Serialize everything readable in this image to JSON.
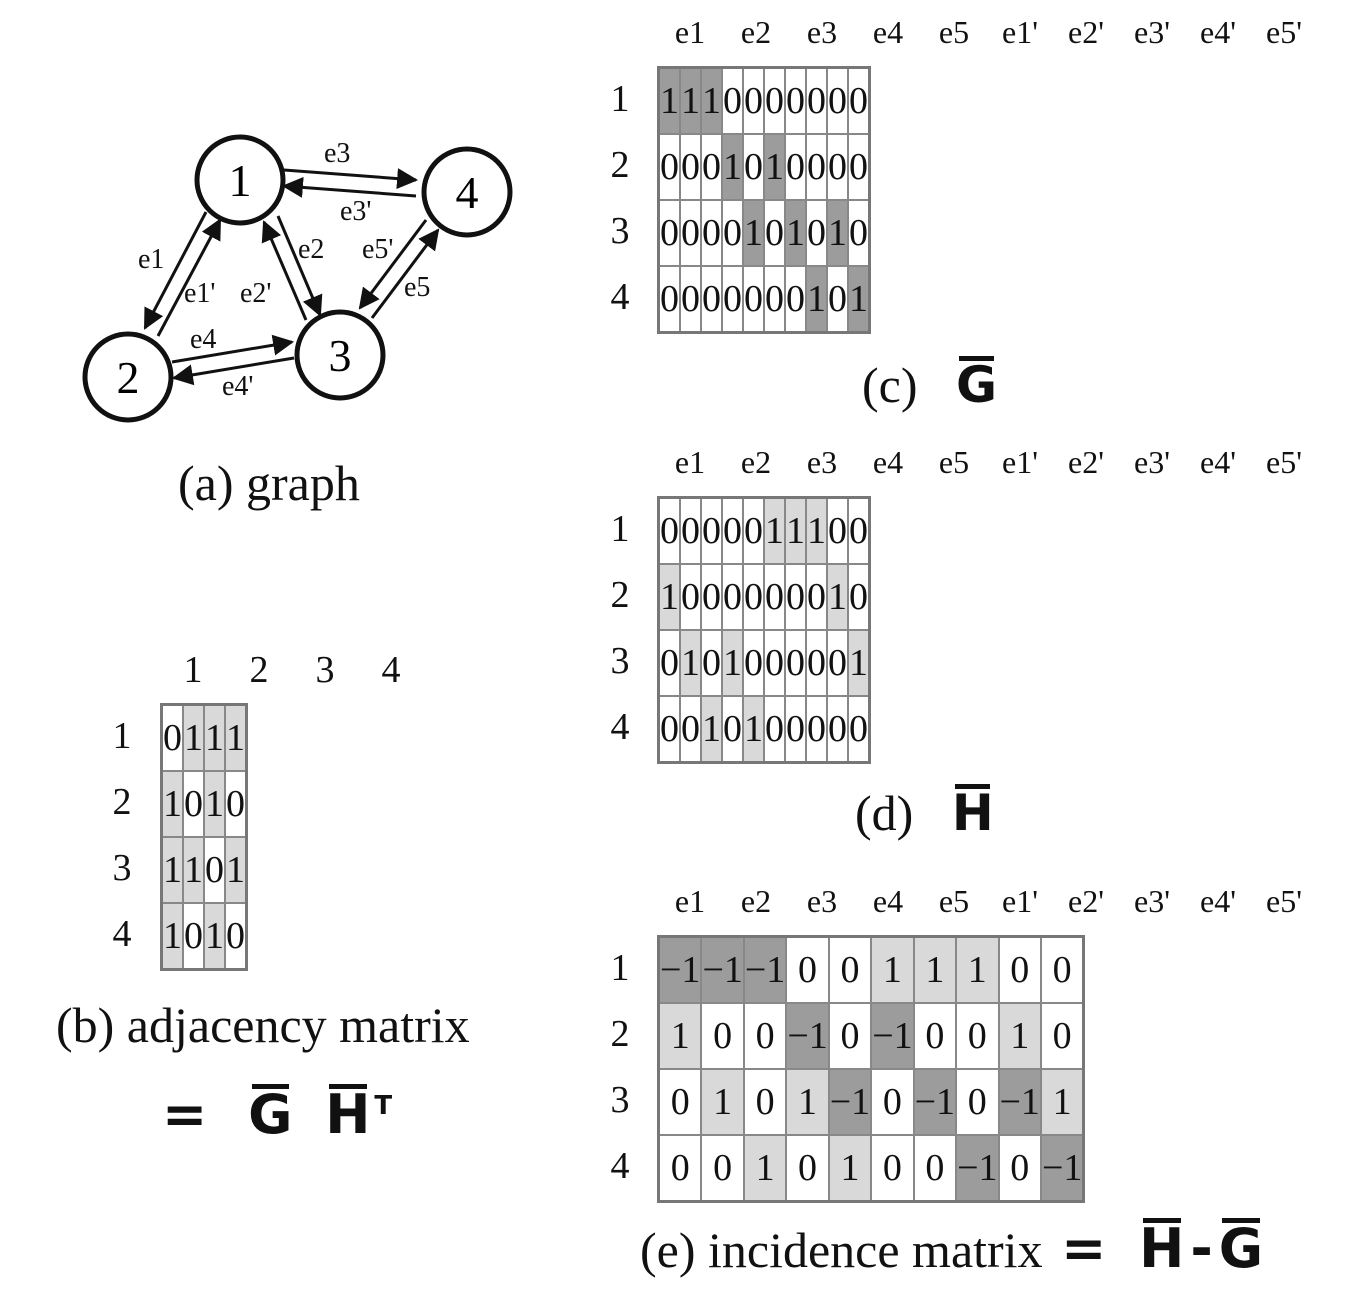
{
  "graph": {
    "caption": "(a) graph",
    "nodes": [
      {
        "id": "n1",
        "label": "1"
      },
      {
        "id": "n2",
        "label": "2"
      },
      {
        "id": "n3",
        "label": "3"
      },
      {
        "id": "n4",
        "label": "4"
      }
    ],
    "edge_labels": [
      "e1",
      "e2",
      "e3",
      "e4",
      "e5",
      "e1'",
      "e2'",
      "e3'",
      "e4'",
      "e5'"
    ]
  },
  "adjacency": {
    "caption": "(b) adjacency matrix",
    "equation": {
      "eq": "=",
      "g": "G",
      "h": "H",
      "t": "T"
    },
    "cols": [
      "1",
      "2",
      "3",
      "4"
    ],
    "rows": [
      "1",
      "2",
      "3",
      "4"
    ],
    "values": [
      [
        "0",
        "1",
        "1",
        "1"
      ],
      [
        "1",
        "0",
        "1",
        "0"
      ],
      [
        "1",
        "1",
        "0",
        "1"
      ],
      [
        "1",
        "0",
        "1",
        "0"
      ]
    ],
    "shade": [
      [
        "w",
        "l",
        "l",
        "l"
      ],
      [
        "l",
        "w",
        "l",
        "w"
      ],
      [
        "l",
        "l",
        "w",
        "l"
      ],
      [
        "l",
        "w",
        "l",
        "w"
      ]
    ]
  },
  "g_matrix": {
    "caption_prefix": "(c)",
    "caption_symbol": "G",
    "cols": [
      "e1",
      "e2",
      "e3",
      "e4",
      "e5",
      "e1'",
      "e2'",
      "e3'",
      "e4'",
      "e5'"
    ],
    "rows": [
      "1",
      "2",
      "3",
      "4"
    ],
    "values": [
      [
        "1",
        "1",
        "1",
        "0",
        "0",
        "0",
        "0",
        "0",
        "0",
        "0"
      ],
      [
        "0",
        "0",
        "0",
        "1",
        "0",
        "1",
        "0",
        "0",
        "0",
        "0"
      ],
      [
        "0",
        "0",
        "0",
        "0",
        "1",
        "0",
        "1",
        "0",
        "1",
        "0"
      ],
      [
        "0",
        "0",
        "0",
        "0",
        "0",
        "0",
        "0",
        "1",
        "0",
        "1"
      ]
    ],
    "shade": [
      [
        "d",
        "d",
        "d",
        "w",
        "w",
        "w",
        "w",
        "w",
        "w",
        "w"
      ],
      [
        "w",
        "w",
        "w",
        "d",
        "w",
        "d",
        "w",
        "w",
        "w",
        "w"
      ],
      [
        "w",
        "w",
        "w",
        "w",
        "d",
        "w",
        "d",
        "w",
        "d",
        "w"
      ],
      [
        "w",
        "w",
        "w",
        "w",
        "w",
        "w",
        "w",
        "d",
        "w",
        "d"
      ]
    ]
  },
  "h_matrix": {
    "caption_prefix": "(d)",
    "caption_symbol": "H",
    "cols": [
      "e1",
      "e2",
      "e3",
      "e4",
      "e5",
      "e1'",
      "e2'",
      "e3'",
      "e4'",
      "e5'"
    ],
    "rows": [
      "1",
      "2",
      "3",
      "4"
    ],
    "values": [
      [
        "0",
        "0",
        "0",
        "0",
        "0",
        "1",
        "1",
        "1",
        "0",
        "0"
      ],
      [
        "1",
        "0",
        "0",
        "0",
        "0",
        "0",
        "0",
        "0",
        "1",
        "0"
      ],
      [
        "0",
        "1",
        "0",
        "1",
        "0",
        "0",
        "0",
        "0",
        "0",
        "1"
      ],
      [
        "0",
        "0",
        "1",
        "0",
        "1",
        "0",
        "0",
        "0",
        "0",
        "0"
      ]
    ],
    "shade": [
      [
        "w",
        "w",
        "w",
        "w",
        "w",
        "l",
        "l",
        "l",
        "w",
        "w"
      ],
      [
        "l",
        "w",
        "w",
        "w",
        "w",
        "w",
        "w",
        "w",
        "l",
        "w"
      ],
      [
        "w",
        "l",
        "w",
        "l",
        "w",
        "w",
        "w",
        "w",
        "w",
        "l"
      ],
      [
        "w",
        "w",
        "l",
        "w",
        "l",
        "w",
        "w",
        "w",
        "w",
        "w"
      ]
    ]
  },
  "incidence": {
    "caption": "(e) incidence matrix",
    "equation": {
      "eq": "=",
      "h": "H",
      "minus": "-",
      "g": "G"
    },
    "cols": [
      "e1",
      "e2",
      "e3",
      "e4",
      "e5",
      "e1'",
      "e2'",
      "e3'",
      "e4'",
      "e5'"
    ],
    "rows": [
      "1",
      "2",
      "3",
      "4"
    ],
    "values": [
      [
        "−1",
        "−1",
        "−1",
        "0",
        "0",
        "1",
        "1",
        "1",
        "0",
        "0"
      ],
      [
        "1",
        "0",
        "0",
        "−1",
        "0",
        "−1",
        "0",
        "0",
        "1",
        "0"
      ],
      [
        "0",
        "1",
        "0",
        "1",
        "−1",
        "0",
        "−1",
        "0",
        "−1",
        "1"
      ],
      [
        "0",
        "0",
        "1",
        "0",
        "1",
        "0",
        "0",
        "−1",
        "0",
        "−1"
      ]
    ],
    "shade": [
      [
        "d",
        "d",
        "d",
        "w",
        "w",
        "l",
        "l",
        "l",
        "w",
        "w"
      ],
      [
        "l",
        "w",
        "w",
        "d",
        "w",
        "d",
        "w",
        "w",
        "l",
        "w"
      ],
      [
        "w",
        "l",
        "w",
        "l",
        "d",
        "w",
        "d",
        "w",
        "d",
        "l"
      ],
      [
        "w",
        "w",
        "l",
        "w",
        "l",
        "w",
        "w",
        "d",
        "w",
        "d"
      ]
    ]
  },
  "colors": {
    "dark_cell": "#9c9c9c",
    "light_cell": "#d9d9d9",
    "white_cell": "#ffffff",
    "grid": "#888888"
  }
}
